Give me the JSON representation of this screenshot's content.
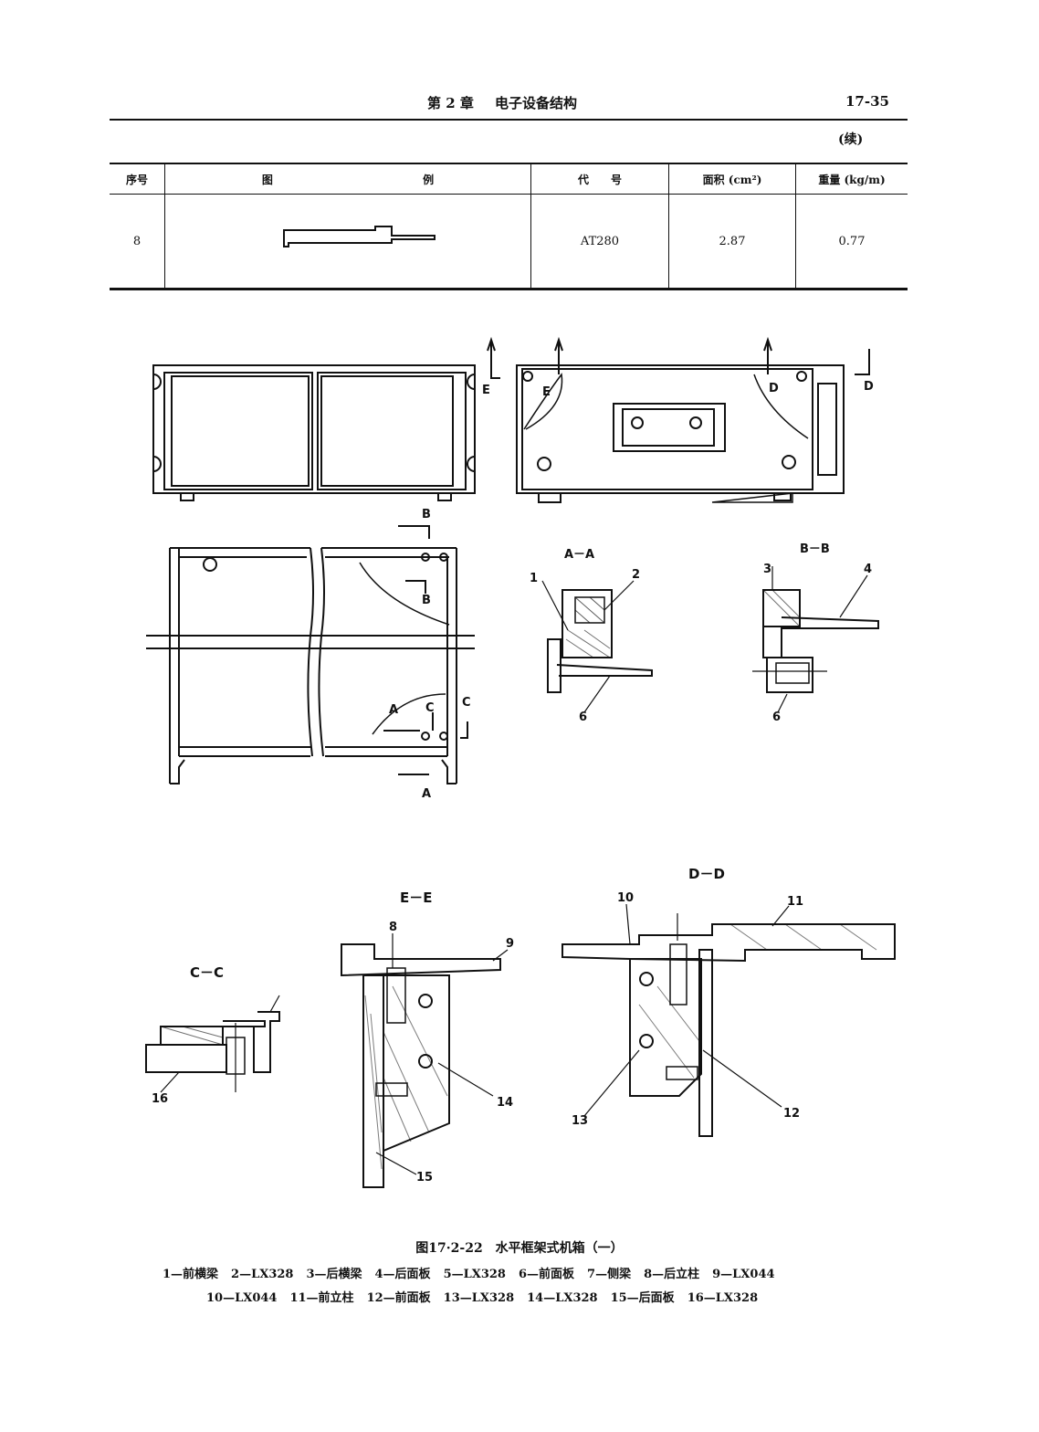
{
  "header": {
    "chapter": "第 2 章",
    "title": "电子设备结构",
    "page_number": "17-35",
    "continued": "(续)"
  },
  "table": {
    "headers": {
      "no": "序号",
      "figure_1": "图",
      "figure_2": "例",
      "code": "代　　号",
      "area": "面积 (cm²)",
      "weight": "重量 (kg/m)"
    },
    "rows": [
      {
        "no": "8",
        "code": "AT280",
        "area": "2.87",
        "weight": "0.77"
      }
    ]
  },
  "drawing": {
    "section_labels": {
      "aa": "A－A",
      "bb": "B－B",
      "cc": "C－C",
      "dd": "D－D",
      "ee": "E－E"
    },
    "markers": {
      "a": "A",
      "b": "B",
      "c": "C",
      "d": "D",
      "e": "E"
    },
    "callouts": {
      "n1": "1",
      "n2": "2",
      "n3": "3",
      "n4": "4",
      "n6": "6",
      "n6b": "6",
      "n8": "8",
      "n9": "9",
      "n10": "10",
      "n11": "11",
      "n12": "12",
      "n13": "13",
      "n14": "14",
      "n15": "15",
      "n16": "16"
    }
  },
  "figure": {
    "caption": "图17·2-22　水平框架式机箱（一）",
    "legend_line1": [
      "1—前横梁",
      "2—LX328",
      "3—后横梁",
      "4—后面板",
      "5—LX328",
      "6—前面板",
      "7—侧梁",
      "8—后立柱",
      "9—LX044"
    ],
    "legend_line2": [
      "10—LX044",
      "11—前立柱",
      "12—前面板",
      "13—LX328",
      "14—LX328",
      "15—后面板",
      "16—LX328"
    ]
  }
}
